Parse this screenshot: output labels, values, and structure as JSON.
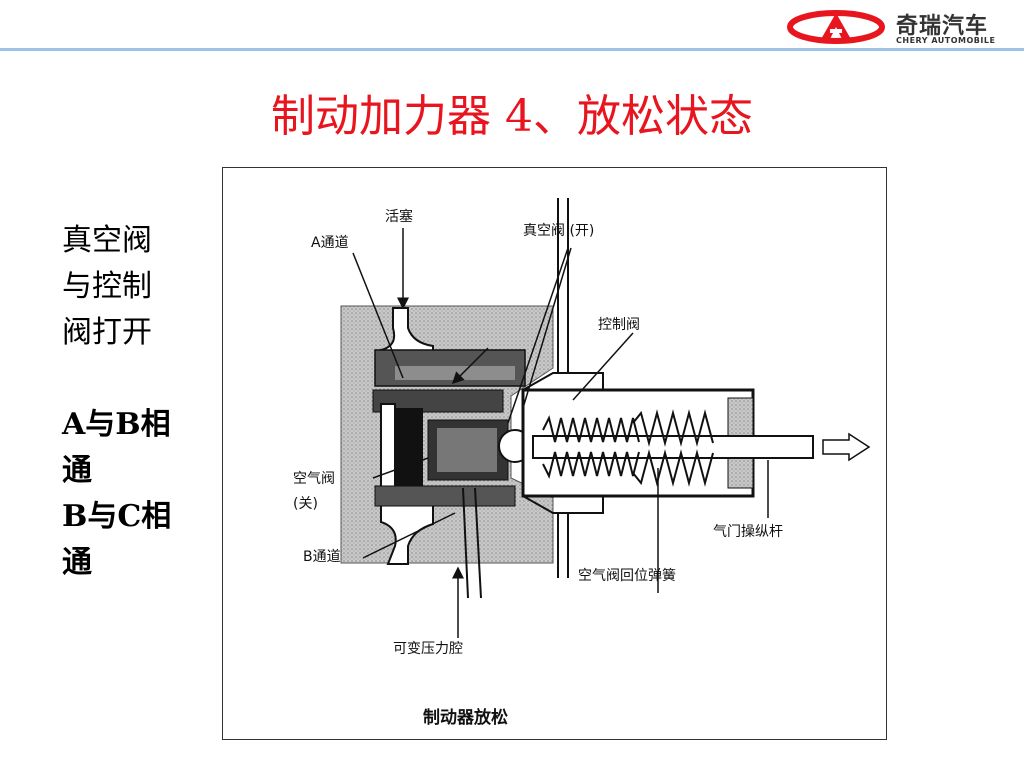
{
  "brand": {
    "name_cn": "奇瑞汽车",
    "name_en": "CHERY AUTOMOBILE",
    "accent_color": "#e8141e"
  },
  "slide": {
    "title": "制动加力器  4、放松状态",
    "side_notes": {
      "line1": "真空阀",
      "line2": "与控制",
      "line3": "阀打开",
      "line4": "A与B相",
      "line5": "通",
      "line6": "B与C相",
      "line7": "通"
    }
  },
  "figure": {
    "labels": {
      "piston": "活塞",
      "channel_a": "A通道",
      "vacuum_valve": "真空阀 (开)",
      "control_valve": "控制阀",
      "air_valve": "空气阀",
      "air_valve_state": "(关)",
      "channel_b": "B通道",
      "throttle_rod": "气门操纵杆",
      "air_valve_spring": "空气阀回位弹簧",
      "variable_chamber": "可变压力腔"
    },
    "caption": "制动器放松"
  }
}
